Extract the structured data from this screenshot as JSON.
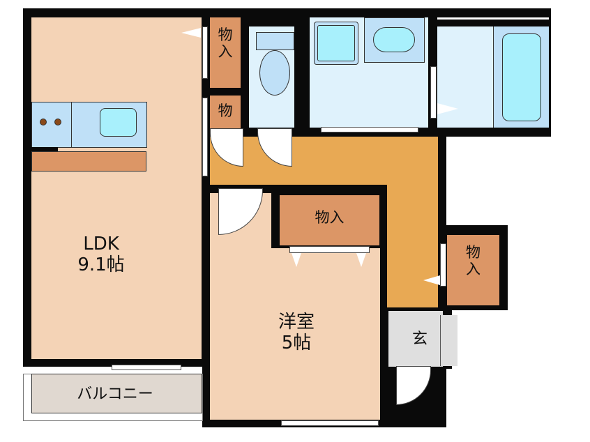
{
  "floor_plan": {
    "rooms": {
      "ldk": {
        "name": "LDK",
        "size": "9.1帖"
      },
      "western_room": {
        "name": "洋室",
        "size": "5帖"
      },
      "balcony": {
        "name": "バルコニー"
      },
      "genkan": {
        "name": "玄"
      },
      "closet_top_a": {
        "line1": "物",
        "line2": "入"
      },
      "closet_top_b": {
        "line1": "物"
      },
      "closet_center": {
        "label": "物入"
      },
      "closet_right": {
        "line1": "物",
        "line2": "入"
      }
    },
    "colors": {
      "living": "#f4d3b6",
      "hallway": "#e8a954",
      "storage": "#dc9666",
      "wet_area": "#dff2fc",
      "fixture": "#bfe0f7",
      "water": "#a8f0fc",
      "entrance": "#dfdfdf",
      "balcony": "#e0d8d0",
      "wall": "#0a0a0a"
    }
  }
}
